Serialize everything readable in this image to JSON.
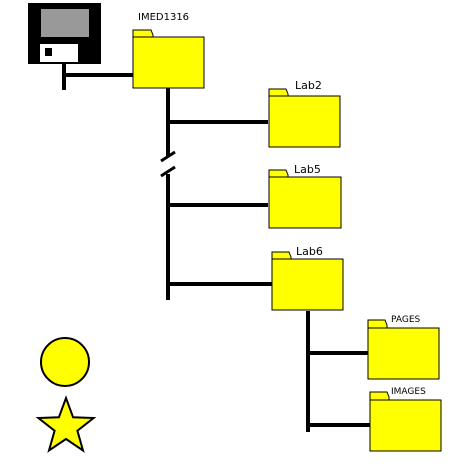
{
  "colors": {
    "folder_fill": "#ffff00",
    "outline": "#000000",
    "line": "#000000",
    "disk_body": "#000000",
    "disk_label_area": "#999999",
    "disk_shutter": "#ffffff",
    "shape_fill": "#ffff00"
  },
  "icons": {
    "root": "floppy-disk-icon",
    "folder": "folder-icon",
    "shapes": [
      "circle-icon",
      "star-icon"
    ],
    "break_mark": "line-break-icon"
  },
  "tree": {
    "root_folder": "IMED1316",
    "children": [
      {
        "label": "Lab2"
      },
      {
        "label": "Lab5"
      },
      {
        "label": "Lab6",
        "children": [
          {
            "label": "PAGES"
          },
          {
            "label": "IMAGES"
          }
        ]
      }
    ]
  }
}
